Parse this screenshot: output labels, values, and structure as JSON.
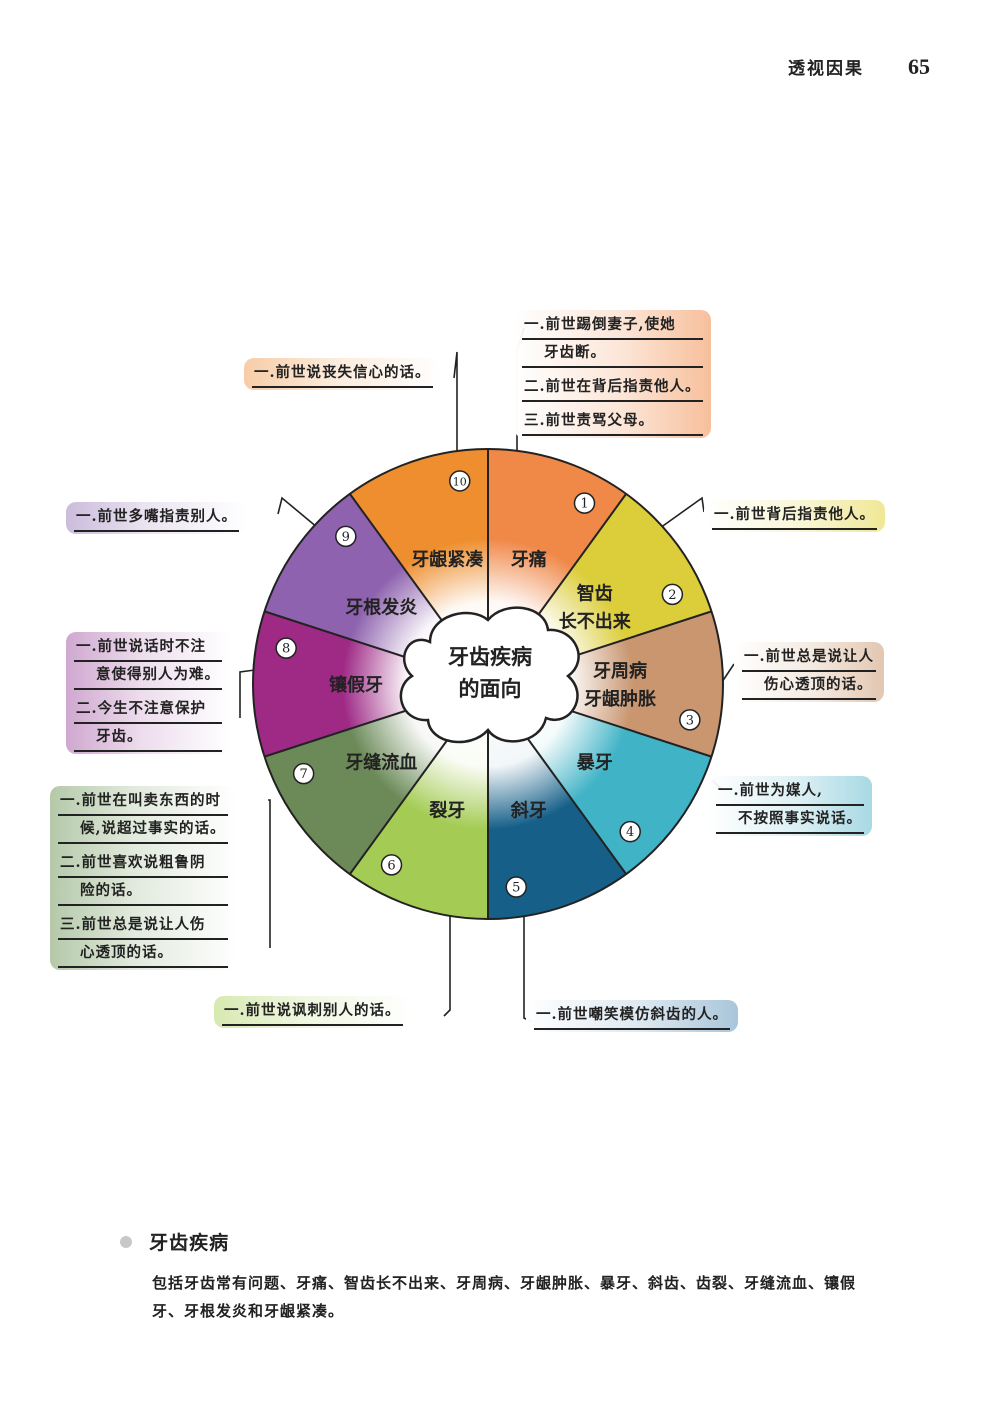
{
  "header": {
    "section": "透视因果",
    "page_number": "65"
  },
  "center": {
    "line1": "牙齿疾病",
    "line2": "的面向"
  },
  "segments": [
    {
      "num": "1",
      "lines": [
        "牙痛"
      ],
      "color": "#f08848"
    },
    {
      "num": "2",
      "lines": [
        "智齿",
        "长不出来"
      ],
      "color": "#dccd3a"
    },
    {
      "num": "3",
      "lines": [
        "牙周病",
        "牙龈肿胀"
      ],
      "color": "#c99670"
    },
    {
      "num": "4",
      "lines": [
        "暴牙"
      ],
      "color": "#40b3c6"
    },
    {
      "num": "5",
      "lines": [
        "斜牙"
      ],
      "color": "#155f88"
    },
    {
      "num": "6",
      "lines": [
        "裂牙"
      ],
      "color": "#a4cc54"
    },
    {
      "num": "7",
      "lines": [
        "牙缝流血"
      ],
      "color": "#6b8a58"
    },
    {
      "num": "8",
      "lines": [
        "镶假牙"
      ],
      "color": "#9e2a86"
    },
    {
      "num": "9",
      "lines": [
        "牙根发炎"
      ],
      "color": "#8e62ae"
    },
    {
      "num": "10",
      "lines": [
        "牙龈紧凑"
      ],
      "color": "#ee8e2e"
    }
  ],
  "causes": {
    "s1": [
      [
        "一.前世踢倒妻子,使她",
        "牙齿断。"
      ],
      [
        "二.前世在背后指责他人。"
      ],
      [
        "三.前世责骂父母。"
      ]
    ],
    "s2": [
      [
        "一.前世背后指责他人。"
      ]
    ],
    "s3": [
      [
        "一.前世总是说让人",
        "伤心透顶的话。"
      ]
    ],
    "s4": [
      [
        "一.前世为媒人,",
        "不按照事实说话。"
      ]
    ],
    "s5": [
      [
        "一.前世嘲笑模仿斜齿的人。"
      ]
    ],
    "s6": [
      [
        "一.前世说讽刺别人的话。"
      ]
    ],
    "s7": [
      [
        "一.前世在叫卖东西的时",
        "候,说超过事实的话。"
      ],
      [
        "二.前世喜欢说粗鲁阴",
        "险的话。"
      ],
      [
        "三.前世总是说让人伤",
        "心透顶的话。"
      ]
    ],
    "s8": [
      [
        "一.前世说话时不注",
        "意使得别人为难。"
      ],
      [
        "二.今生不注意保护",
        "牙齿。"
      ]
    ],
    "s9": [
      [
        "一.前世多嘴指责别人。"
      ]
    ],
    "s10": [
      [
        "一.前世说丧失信心的话。"
      ]
    ]
  },
  "footer": {
    "title": "牙齿疾病",
    "body": "包括牙齿常有问题、牙痛、智齿长不出来、牙周病、牙龈肿胀、暴牙、斜齿、齿裂、牙缝流血、镶假牙、牙根发炎和牙龈紧凑。"
  }
}
